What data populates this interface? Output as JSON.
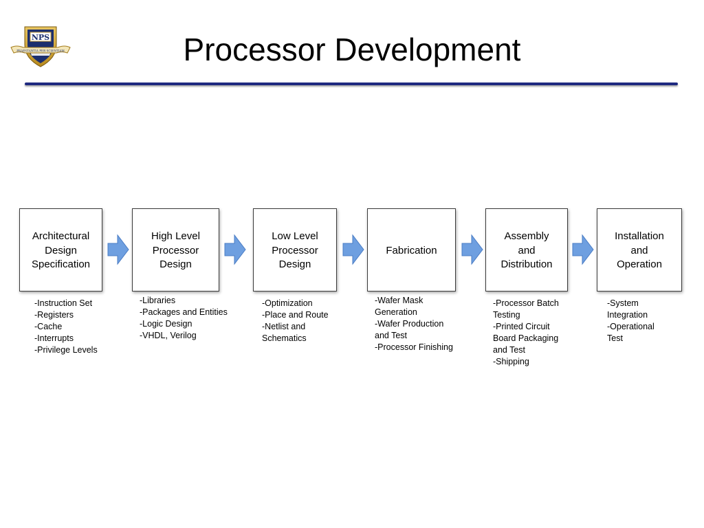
{
  "slide": {
    "title": "Processor Development",
    "logo_text": "NPS",
    "logo_motto": "PRAESTANTIA PER SCIENTIAM",
    "rule_color": "#1f2a80",
    "arrow_color": "#6e9fe0"
  },
  "steps": [
    {
      "title": "Architectural\nDesign\nSpecification",
      "details": "-Instruction Set\n-Registers\n-Cache\n-Interrupts\n-Privilege Levels"
    },
    {
      "title": "High Level\nProcessor\nDesign",
      "details": "-Libraries\n-Packages and Entities\n-Logic Design\n-VHDL, Verilog"
    },
    {
      "title": "Low Level\nProcessor\nDesign",
      "details": "-Optimization\n-Place and Route\n-Netlist and\nSchematics"
    },
    {
      "title": "Fabrication",
      "details": "-Wafer Mask\nGeneration\n-Wafer Production\nand Test\n-Processor Finishing"
    },
    {
      "title": "Assembly\nand\nDistribution",
      "details": "-Processor Batch\nTesting\n-Printed Circuit\nBoard Packaging\nand Test\n-Shipping"
    },
    {
      "title": "Installation\nand\nOperation",
      "details": "-System\nIntegration\n-Operational\nTest"
    }
  ]
}
